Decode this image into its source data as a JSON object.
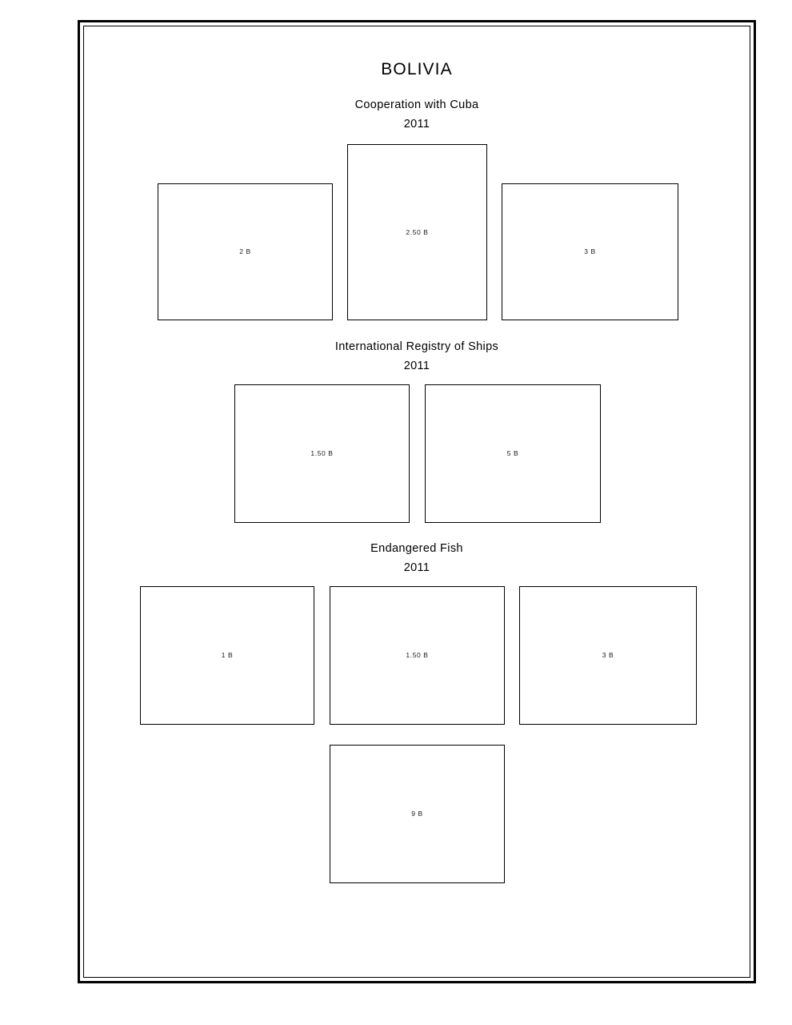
{
  "page": {
    "country_title": "BOLIVIA",
    "border_color": "#000000",
    "background_color": "#ffffff"
  },
  "sections": [
    {
      "title": "Cooperation with Cuba",
      "year": "2011",
      "stamps": [
        {
          "denomination": "2 B"
        },
        {
          "denomination": "2.50 B"
        },
        {
          "denomination": "3 B"
        }
      ]
    },
    {
      "title": "International Registry of Ships",
      "year": "2011",
      "stamps": [
        {
          "denomination": "1.50 B"
        },
        {
          "denomination": "5 B"
        }
      ]
    },
    {
      "title": "Endangered Fish",
      "year": "2011",
      "stamps": [
        {
          "denomination": "1 B"
        },
        {
          "denomination": "1.50 B"
        },
        {
          "denomination": "3 B"
        },
        {
          "denomination": "9 B"
        }
      ]
    }
  ]
}
